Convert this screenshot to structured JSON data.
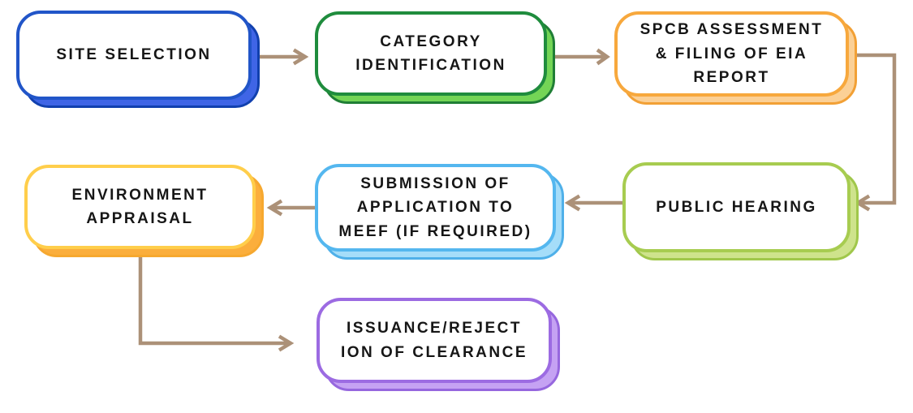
{
  "diagram": {
    "type": "flowchart",
    "background_color": "#FFFFFF",
    "arrow_color": "#AC9178",
    "text_color": "#161616",
    "nodes": [
      {
        "id": "site-selection",
        "label": "SITE SELECTION",
        "border_color": "#2155C8",
        "shadow_color": "#3F65E6",
        "shadow_border_color": "#1140AE"
      },
      {
        "id": "category-identification",
        "label": "CATEGORY\nIDENTIFICATION",
        "border_color": "#1F8C3D",
        "shadow_color": "#74D556",
        "shadow_border_color": "#1F7E35"
      },
      {
        "id": "spcb-assessment",
        "label": "SPCB ASSESSMENT\n& FILING OF EIA\nREPORT",
        "border_color": "#F7A83D",
        "shadow_color": "#FBD096",
        "shadow_border_color": "#F2A035"
      },
      {
        "id": "public-hearing",
        "label": "PUBLIC HEARING",
        "border_color": "#A7CC50",
        "shadow_color": "#CEE38C",
        "shadow_border_color": "#A0C74B"
      },
      {
        "id": "submission-meef",
        "label": "SUBMISSION OF\nAPPLICATION TO\nMEEF (IF REQUIRED)",
        "border_color": "#54B7EF",
        "shadow_color": "#A5DDF9",
        "shadow_border_color": "#4FB0E9"
      },
      {
        "id": "environment-appraisal",
        "label": "ENVIRONMENT\nAPPRAISAL",
        "border_color": "#FFCE4B",
        "shadow_color": "#FBAE3C",
        "shadow_border_color": "#F6A82F"
      },
      {
        "id": "issuance-rejection",
        "label": "ISSUANCE/REJECT\nION OF CLEARANCE",
        "border_color": "#9C6BE2",
        "shadow_color": "#C5A2F3",
        "shadow_border_color": "#9667DE"
      }
    ],
    "edges": [
      {
        "from": "site-selection",
        "to": "category-identification"
      },
      {
        "from": "category-identification",
        "to": "spcb-assessment"
      },
      {
        "from": "spcb-assessment",
        "to": "public-hearing"
      },
      {
        "from": "public-hearing",
        "to": "submission-meef"
      },
      {
        "from": "submission-meef",
        "to": "environment-appraisal"
      },
      {
        "from": "environment-appraisal",
        "to": "issuance-rejection"
      }
    ]
  }
}
